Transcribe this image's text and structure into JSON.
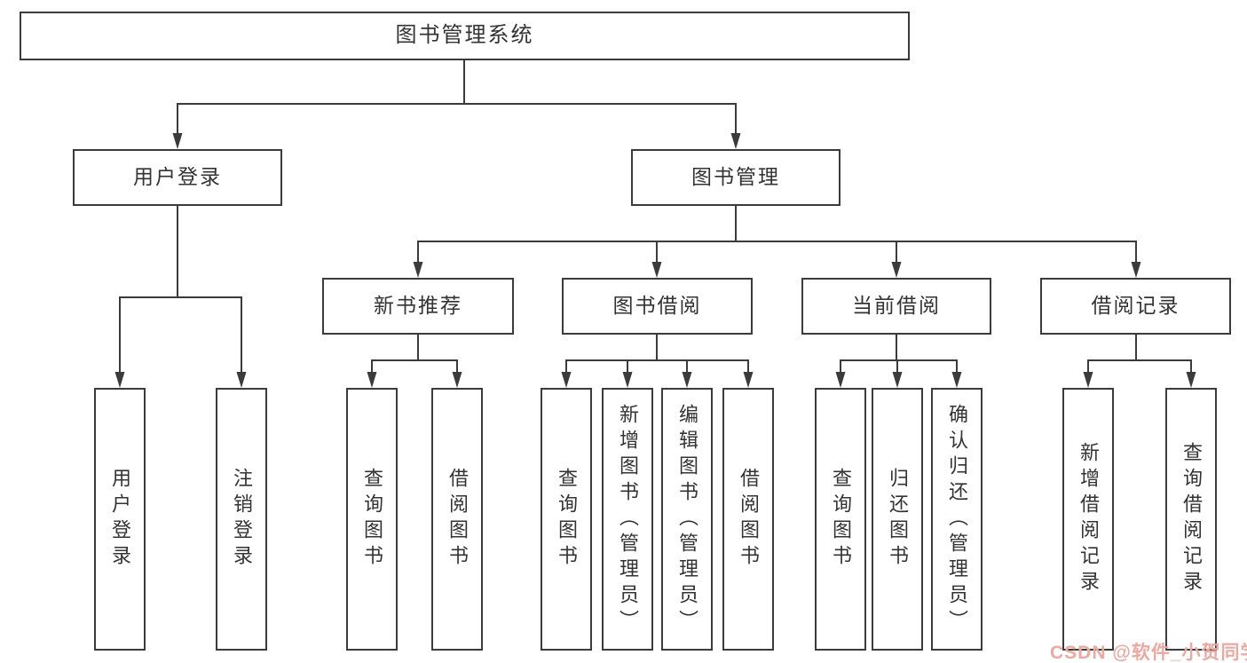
{
  "diagram": {
    "root": {
      "label": "图书管理系统"
    },
    "level2": [
      {
        "label": "用户登录"
      },
      {
        "label": "图书管理"
      }
    ],
    "level3": [
      {
        "label": "新书推荐"
      },
      {
        "label": "图书借阅"
      },
      {
        "label": "当前借阅"
      },
      {
        "label": "借阅记录"
      }
    ],
    "leaves": {
      "login": [
        {
          "label": "用户登录"
        },
        {
          "label": "注销登录"
        }
      ],
      "recommend": [
        {
          "label": "查询图书"
        },
        {
          "label": "借阅图书"
        }
      ],
      "borrow": [
        {
          "label": "查询图书"
        },
        {
          "label": "新增图书（管理员）"
        },
        {
          "label": "编辑图书（管理员）"
        },
        {
          "label": "借阅图书"
        }
      ],
      "current": [
        {
          "label": "查询图书"
        },
        {
          "label": "归还图书"
        },
        {
          "label": "确认归还（管理员）"
        }
      ],
      "records": [
        {
          "label": "新增借阅记录"
        },
        {
          "label": "查询借阅记录"
        }
      ]
    }
  },
  "watermark": {
    "text": "CSDN @软件_小贺同学"
  },
  "colors": {
    "line": "#3b3b3b",
    "text": "#333333",
    "watermark": "#eda89f",
    "background": "#ffffff"
  }
}
